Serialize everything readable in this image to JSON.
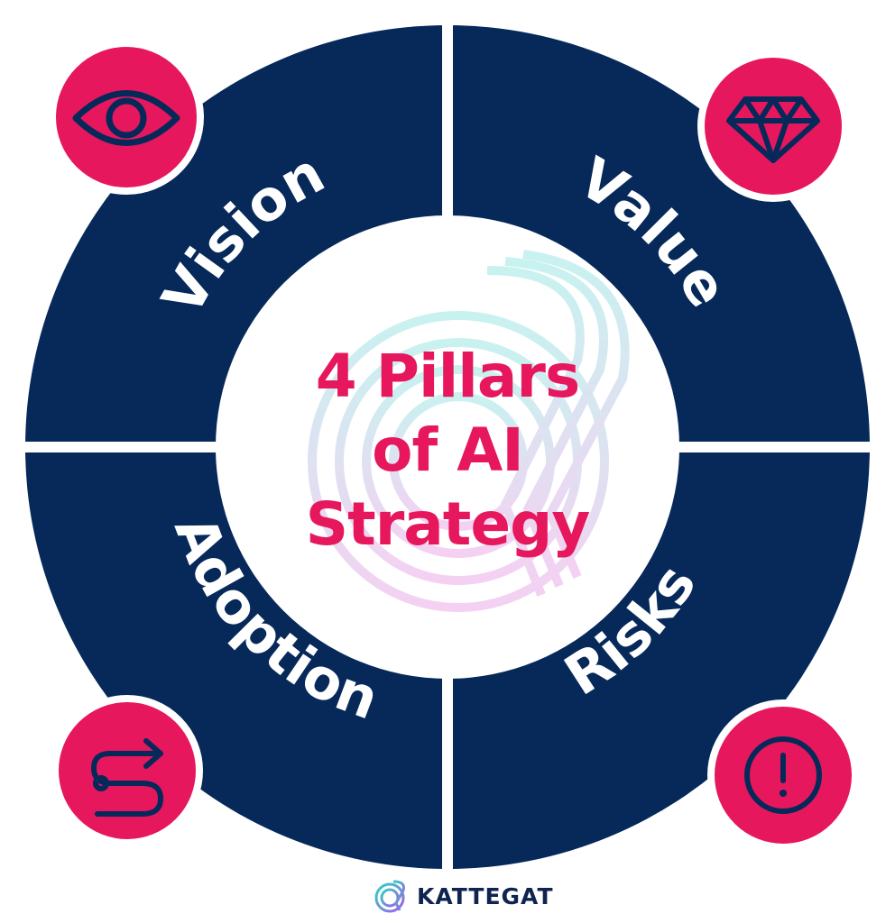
{
  "center": {
    "lines": [
      "4 Pillars",
      "of AI",
      "Strategy"
    ]
  },
  "pillars": {
    "vision": {
      "label": "Vision",
      "icon": "eye-icon"
    },
    "value": {
      "label": "Value",
      "icon": "diamond-icon"
    },
    "adoption": {
      "label": "Adoption",
      "icon": "winding-path-arrow-icon"
    },
    "risks": {
      "label": "Risks",
      "icon": "exclamation-circle-icon"
    }
  },
  "brand": {
    "name": "KATTEGAT",
    "icon": "kattegat-logo-icon"
  },
  "colors": {
    "ring": "#06295a",
    "accent": "#e6175d",
    "icon_stroke": "#06295a",
    "title": "#e6175d",
    "background": "#ffffff"
  }
}
